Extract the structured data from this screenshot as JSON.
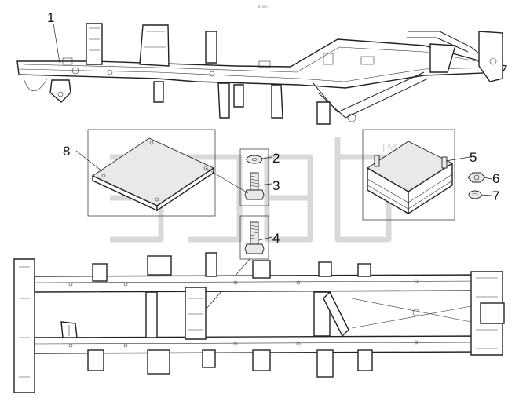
{
  "header_code": "4P 000",
  "watermark": {
    "mark": "TM"
  },
  "callouts": [
    {
      "id": "1",
      "part": "side-view-frame"
    },
    {
      "id": "2",
      "part": "washer"
    },
    {
      "id": "3",
      "part": "bolt-short"
    },
    {
      "id": "4",
      "part": "bolt-long"
    },
    {
      "id": "5",
      "part": "rubber-pad"
    },
    {
      "id": "6",
      "part": "nut"
    },
    {
      "id": "7",
      "part": "lock-washer"
    },
    {
      "id": "8",
      "part": "plate"
    }
  ]
}
